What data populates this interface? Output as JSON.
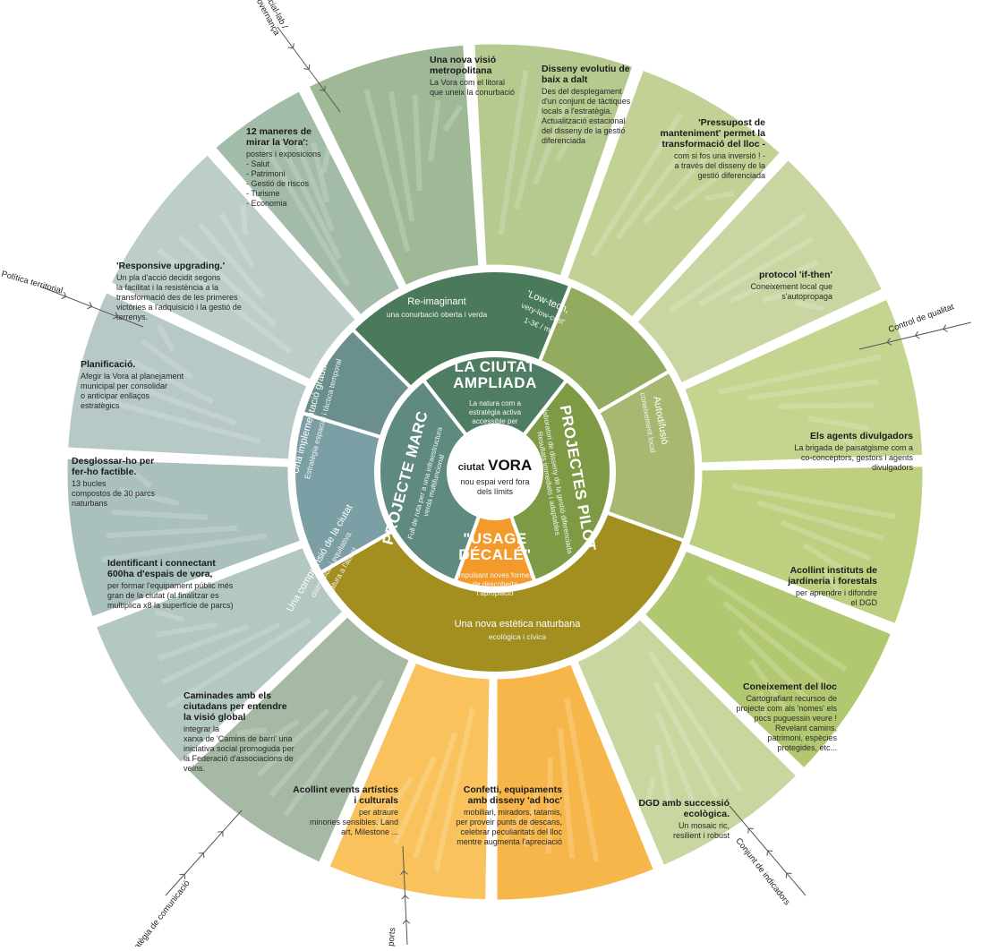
{
  "center": {
    "prefix": "ciutat",
    "title": "VORA",
    "subtitle": [
      "nou espai verd fora",
      "dels límits"
    ]
  },
  "core": [
    {
      "id": "ciutat",
      "title": [
        "LA CIUTAT",
        "AMPLIADA"
      ],
      "subtitle": [
        "La natura com a",
        "estratègia activa",
        "accessible per",
        "tothom"
      ],
      "color": "#4f7d63"
    },
    {
      "id": "pilot",
      "title": [
        "PROJECTES PILOT"
      ],
      "subtitle": [
        "laboratori de disseny de la gestió diferenciada",
        "Resultats immediats i adaptables"
      ],
      "color": "#7f9a44"
    },
    {
      "id": "usage",
      "title": [
        "\"USAGE",
        "DÉCALÉ\""
      ],
      "subtitle": [
        "Impulsant noves formes",
        "de descoberta",
        "i apropiació"
      ],
      "color": "#f39a2b"
    },
    {
      "id": "marc",
      "title": [
        "PROJECTE MARC"
      ],
      "subtitle": [
        "Full de ruta per a una infraestructura",
        "verda multifuncional"
      ],
      "color": "#5f8a80"
    }
  ],
  "middle": [
    {
      "id": "reimaginant",
      "label": [
        "Re-imaginant",
        "una conurbació oberta i verda"
      ],
      "color": "#4a7a5b"
    },
    {
      "id": "lowtech",
      "label": [
        "'Low-tech,",
        "very-low-cost'",
        "1-3€ / m²"
      ],
      "color": "#93ab5e"
    },
    {
      "id": "autodifusio",
      "label": [
        "Autodifusió",
        "coneixement local"
      ],
      "color": "#a8b870"
    },
    {
      "id": "estetica",
      "label": [
        "Una nova estètica naturbana",
        "ecològica i cívica"
      ],
      "color": "#a38f1f"
    },
    {
      "id": "comprensio",
      "label": [
        "Una comprensió de la ciutat",
        "distribuïda i equitativa",
        "Natura a l'abast"
      ],
      "color": "#7c9fa6"
    },
    {
      "id": "implementacio",
      "label": [
        "Una implementació gradual",
        "Estratègia espacial i tàctica temporal"
      ],
      "color": "#6a8f8c"
    }
  ],
  "segments": [
    {
      "id": "s1",
      "title": [
        "Una nova visió",
        "metropolitana"
      ],
      "body": [
        "La Vora com el litoral",
        "que uneix la conurbació"
      ],
      "color": "#9fb996"
    },
    {
      "id": "s2",
      "title": [
        "Disseny evolutiu de",
        "baix a dalt"
      ],
      "body": [
        "Des del desplegament",
        "d'un conjunt de tàctiques",
        "locals a l'estratègia.",
        "Actualització estacional",
        "del disseny de la gestió",
        "diferenciada"
      ],
      "color": "#b6c98e"
    },
    {
      "id": "s3",
      "title": [
        "'Pressupost de",
        "manteniment' permet la",
        "transformació del lloc -"
      ],
      "body": [
        "com si fos una inversió ! -",
        "a través del disseny de la",
        "gestió diferenciada"
      ],
      "color": "#c2d194"
    },
    {
      "id": "s4",
      "title": [
        "protocol 'if-then'"
      ],
      "body": [
        "Coneixement local que",
        "s'autopropaga"
      ],
      "color": "#c9d6a2"
    },
    {
      "id": "s5",
      "title": [
        "Els agents divulgadors"
      ],
      "body": [
        "La brigada de paisatgisme com a",
        "co-conceptors, gestors i agents",
        "divulgadors"
      ],
      "color": "#c4d58f"
    },
    {
      "id": "s6",
      "title": [
        "Acollint instituts de",
        "jardineria i forestals"
      ],
      "body": [
        "per aprendre i difondre",
        "el DGD"
      ],
      "color": "#bcd07f"
    },
    {
      "id": "s7",
      "title": [
        "Coneixement del lloc"
      ],
      "body": [
        "Cartografiant recursos de",
        "projecte com als 'nomes' els",
        "pocs puguessin veure !",
        "Revelant camins,",
        "patrimoni, espècies",
        "protegides, etc..."
      ],
      "color": "#b2c870"
    },
    {
      "id": "s8",
      "title": [
        "DGD amb successió",
        "ecològica."
      ],
      "body": [
        "Un mosaic ric,",
        "resilient i robust"
      ],
      "color": "#c8d6a0"
    },
    {
      "id": "s9",
      "title": [
        "Confetti, equipaments",
        "amb disseny 'ad hoc'"
      ],
      "body": [
        "mobiliari, miradors, tatamis,",
        "per proveir punts de descans,",
        "celebrar peculiaritats del lloc",
        "mentre augmenta l'apreciació"
      ],
      "color": "#f7b64a"
    },
    {
      "id": "s10",
      "title": [
        "Acollint events artístics",
        "i culturals"
      ],
      "body": [
        "per atraure",
        "minories sensibles. Land",
        "art, Milestone ..."
      ],
      "color": "#f9c25c"
    },
    {
      "id": "s11",
      "title": [
        "Caminades amb els",
        "ciutadans per entendre",
        "la visió global"
      ],
      "body": [
        "integrar la",
        "xarxa de 'Camins de barri' una",
        "iniciativa social promoguda per",
        "la Federació d'associacions de",
        "veïns."
      ],
      "color": "#a5b9a4"
    },
    {
      "id": "s12",
      "title": [
        "Identificant i connectant",
        "600ha d'espais de vora,"
      ],
      "body": [
        "per formar l'equipament públic més",
        "gran de la ciutat (al finalitzar es",
        "multiplica x8 la superfície de parcs)"
      ],
      "color": "#b3c7c3"
    },
    {
      "id": "s13",
      "title": [
        "Desglossar-ho per",
        "fer-ho factible."
      ],
      "body": [
        "13 bucles",
        "compostos de 30 parcs",
        "naturbans"
      ],
      "color": "#a9c0bd"
    },
    {
      "id": "s14",
      "title": [
        "Planificació."
      ],
      "body": [
        "Afegir la Vora al planejament",
        "municipal per consolidar",
        "o anticipar enllaços",
        "estratègics"
      ],
      "color": "#b6c9c6"
    },
    {
      "id": "s15",
      "title": [
        "'Responsive upgrading.'"
      ],
      "body": [
        "Un pla d'acció decidit segons",
        "la facilitat i la resistència a la",
        "transformació des de les primeres",
        "victòries a l'adquisició i la gestió de",
        "terrenys."
      ],
      "color": "#bccdca"
    },
    {
      "id": "s16",
      "title": [
        "12 maneres de",
        "mirar la Vora':"
      ],
      "body": [
        "posters i exposicions",
        "- Salut",
        "- Patrimoni",
        "- Gestió de riscos",
        "- Turisme",
        "- Economia"
      ],
      "color": "#a3bba9"
    }
  ],
  "vectors": [
    {
      "id": "v1",
      "label": [
        "Social-lab /",
        "Governança"
      ]
    },
    {
      "id": "v2",
      "label": [
        "Control de qualitat"
      ]
    },
    {
      "id": "v3",
      "label": [
        "Conjunt de indicadors"
      ]
    },
    {
      "id": "v4",
      "label": [
        "Esports"
      ]
    },
    {
      "id": "v5",
      "label": [
        "Estratègia de comunicació"
      ]
    },
    {
      "id": "v6",
      "label": [
        "Política territorial"
      ]
    }
  ]
}
